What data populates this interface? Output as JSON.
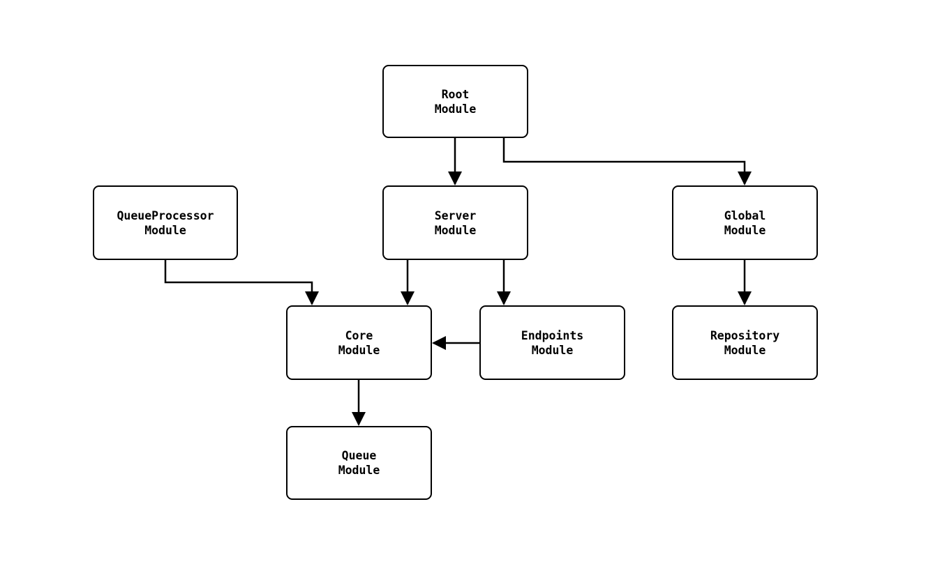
{
  "diagram": {
    "nodes": {
      "root": {
        "line1": "Root",
        "line2": "Module"
      },
      "queueprocessor": {
        "line1": "QueueProcessor",
        "line2": "Module"
      },
      "server": {
        "line1": "Server",
        "line2": "Module"
      },
      "global": {
        "line1": "Global",
        "line2": "Module"
      },
      "core": {
        "line1": "Core",
        "line2": "Module"
      },
      "endpoints": {
        "line1": "Endpoints",
        "line2": "Module"
      },
      "repository": {
        "line1": "Repository",
        "line2": "Module"
      },
      "queue": {
        "line1": "Queue",
        "line2": "Module"
      }
    },
    "edges": [
      {
        "from": "root",
        "to": "server"
      },
      {
        "from": "root",
        "to": "global"
      },
      {
        "from": "queueprocessor",
        "to": "core"
      },
      {
        "from": "server",
        "to": "core"
      },
      {
        "from": "server",
        "to": "endpoints"
      },
      {
        "from": "endpoints",
        "to": "core"
      },
      {
        "from": "global",
        "to": "repository"
      },
      {
        "from": "core",
        "to": "queue"
      }
    ],
    "colors": {
      "background": "#ffffff",
      "node_fill": "#ffffff",
      "node_border": "#000000",
      "edge": "#000000",
      "text": "#000000"
    }
  }
}
